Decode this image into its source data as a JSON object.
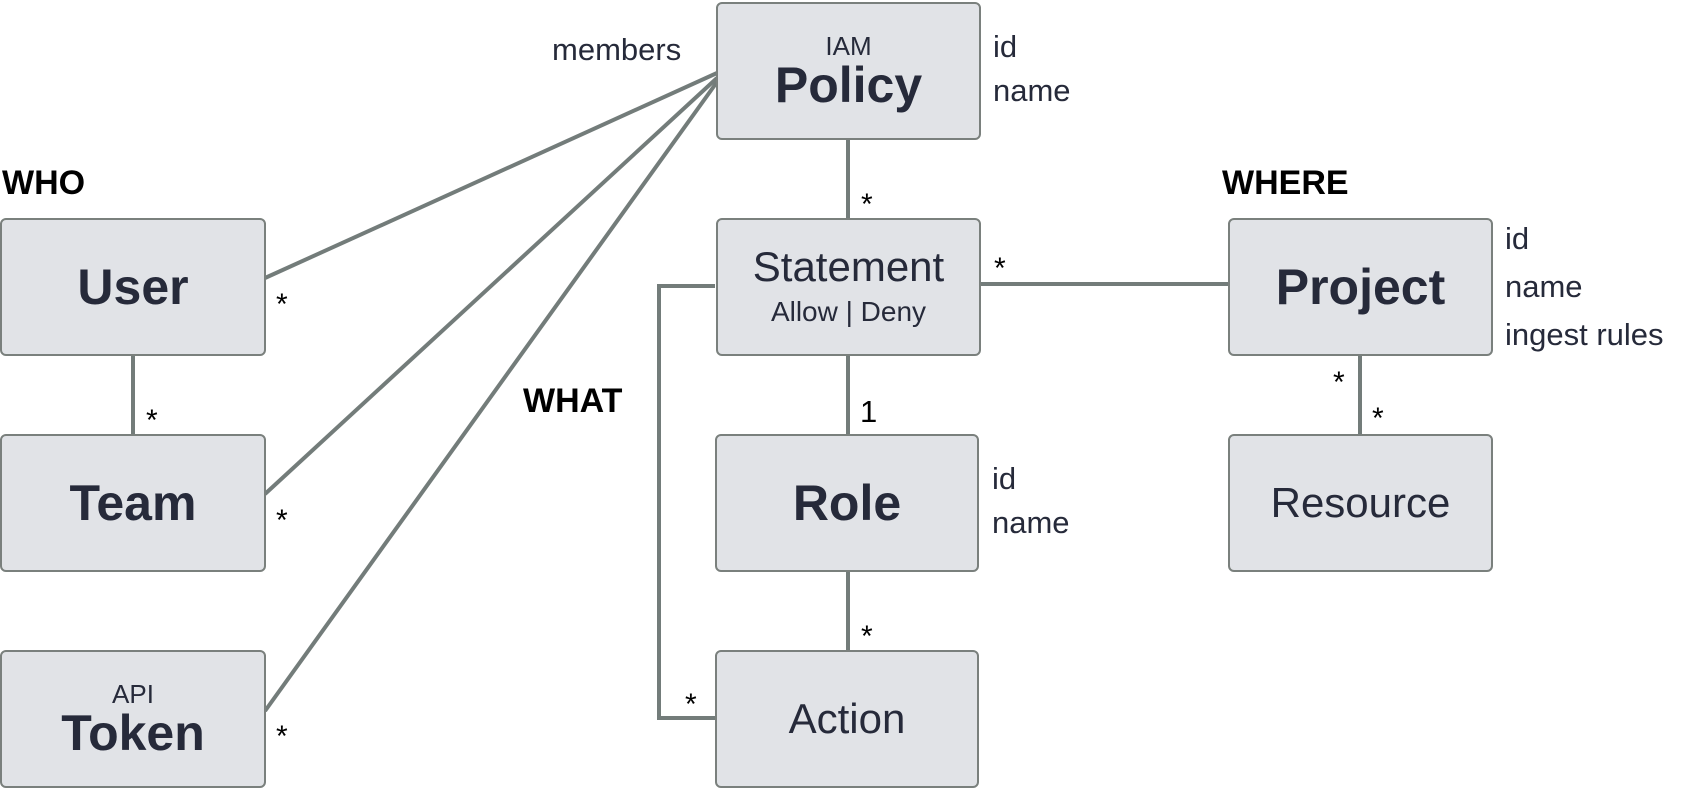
{
  "headings": {
    "who": "WHO",
    "what": "WHAT",
    "where": "WHERE"
  },
  "policy": {
    "super": "IAM",
    "title": "Policy",
    "members_label": "members",
    "attributes": [
      "id",
      "name"
    ]
  },
  "user": {
    "title": "User"
  },
  "team": {
    "title": "Team"
  },
  "token": {
    "super": "API",
    "title": "Token"
  },
  "statement": {
    "title": "Statement",
    "effect": "Allow | Deny"
  },
  "role": {
    "title": "Role",
    "attributes": [
      "id",
      "name"
    ]
  },
  "action": {
    "title": "Action"
  },
  "project": {
    "title": "Project",
    "attributes": [
      "id",
      "name",
      "ingest rules"
    ]
  },
  "resource": {
    "title": "Resource"
  },
  "multiplicities": {
    "policy_statement": "*",
    "user_policy": "*",
    "user_team": "*",
    "team_policy": "*",
    "token_policy": "*",
    "statement_project": "*",
    "statement_role": "1",
    "role_action": "*",
    "statement_action": "*",
    "project_side": "*",
    "resource_side": "*"
  }
}
